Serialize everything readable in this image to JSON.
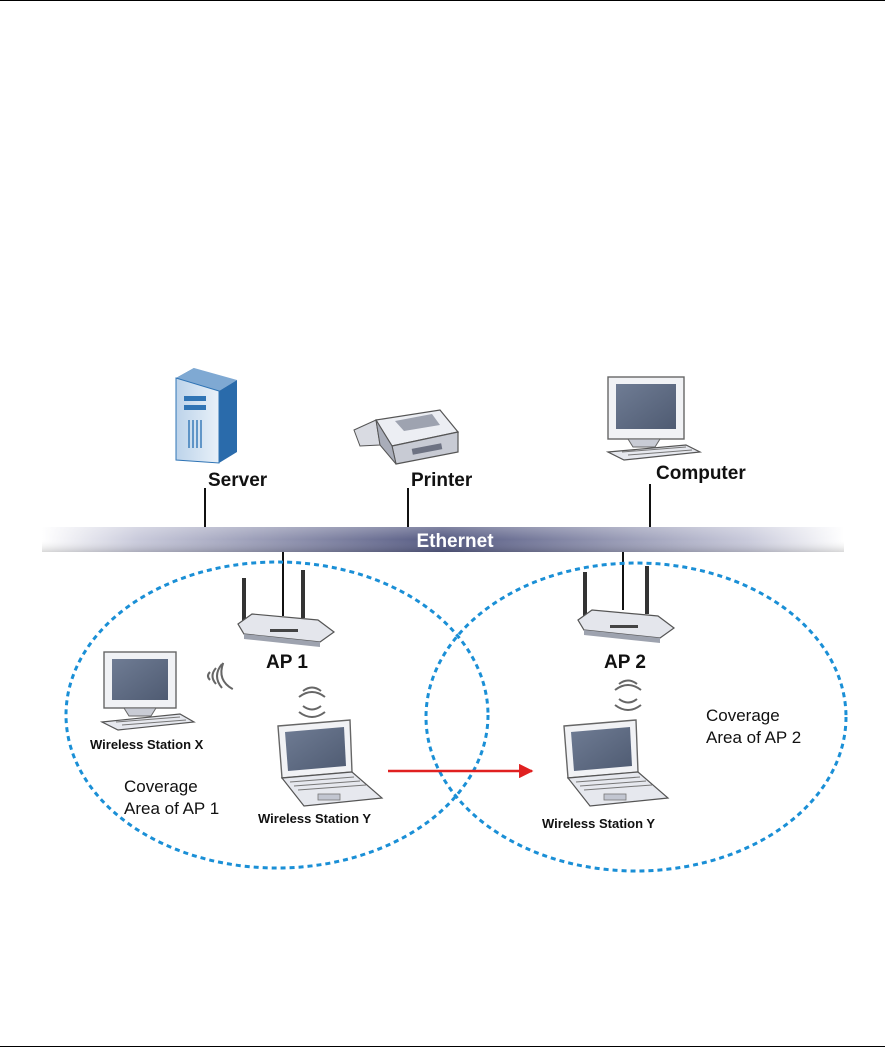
{
  "labels": {
    "server": "Server",
    "printer": "Printer",
    "computer": "Computer",
    "ethernet": "Ethernet",
    "ap1": "AP 1",
    "ap2": "AP 2",
    "station_x": "Wireless Station X",
    "station_y_left": "Wireless Station Y",
    "station_y_right": "Wireless Station Y",
    "coverage1_line1": "Coverage",
    "coverage1_line2": "Area of AP 1",
    "coverage2_line1": "Coverage",
    "coverage2_line2": "Area of AP 2"
  },
  "colors": {
    "ethernet_bar": "#5b5f86",
    "coverage_dash": "#1a8fd6",
    "roam_arrow": "#e02020",
    "screen": "#5d6b84",
    "server_blue": "#2f74b5"
  },
  "icons": [
    "server-icon",
    "printer-icon",
    "computer-icon",
    "access-point-icon",
    "laptop-icon",
    "wireless-signal-icon"
  ]
}
